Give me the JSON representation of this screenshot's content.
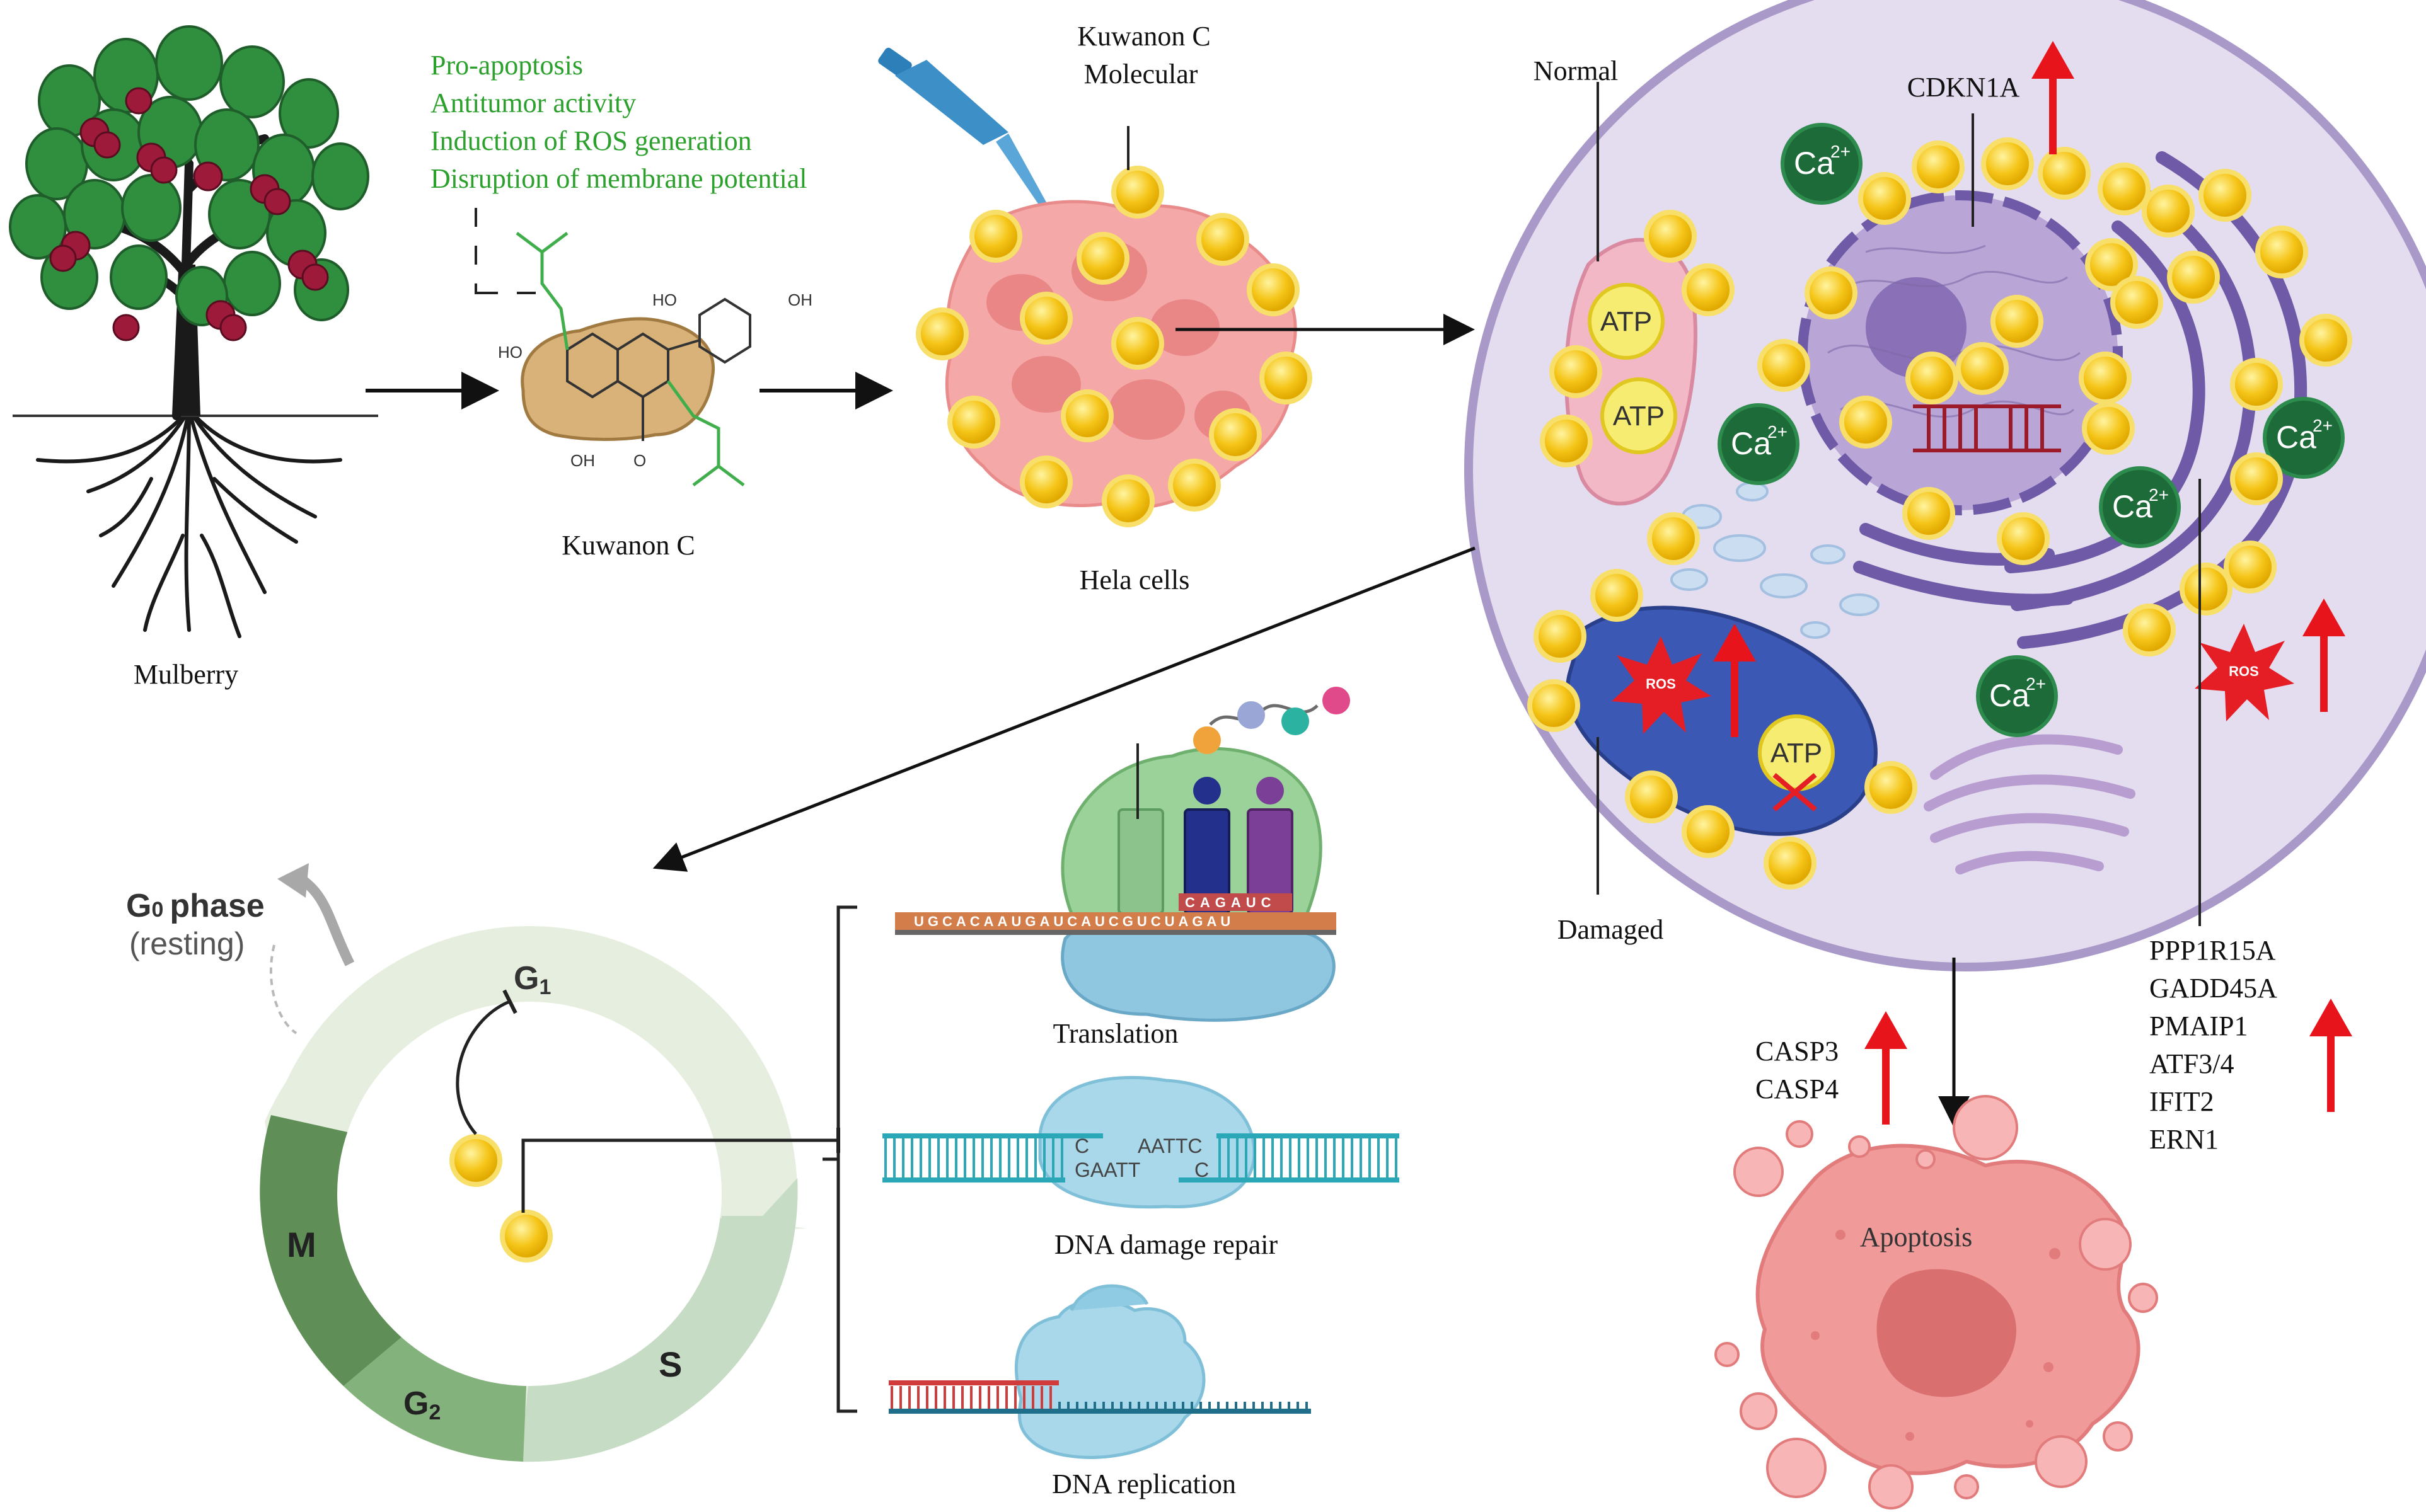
{
  "labels": {
    "mulberry": "Mulberry",
    "kuwanon_c": "Kuwanon C",
    "kuwanon_molecular_line1": "Kuwanon C",
    "kuwanon_molecular_line2": "Molecular",
    "hela_cells": "Hela cells",
    "normal": "Normal",
    "damaged": "Damaged",
    "cdkn1a": "CDKN1A",
    "ros": "ROS",
    "atp": "ATP",
    "ca": "Ca",
    "ca_sup": "2+",
    "apoptosis": "Apoptosis",
    "g0_main": "G",
    "g0_sub": "0",
    "g0_rest": "phase",
    "resting": "(resting)",
    "g1_main": "G",
    "g1_sub": "1",
    "g2_main": "G",
    "g2_sub": "2",
    "m_phase": "M",
    "s_phase": "S",
    "translation": "Translation",
    "dna_damage_repair": "DNA damage repair",
    "dna_replication": "DNA replication",
    "dna_c1": "C",
    "dna_aattc": "AATTC",
    "dna_gaatt": "GAATT",
    "dna_c2": "C",
    "mrna_seq": "UGCACAAUGAUCAUCGUCUAGAU",
    "codon_seq": "CAGAUC"
  },
  "effects": [
    "Pro-apoptosis",
    "Antitumor activity",
    "Induction of ROS generation",
    "Disruption of membrane potential"
  ],
  "caspases": [
    "CASP3",
    "CASP4"
  ],
  "upregulated_genes": [
    "PPP1R15A",
    "GADD45A",
    "PMAIP1",
    "ATF3/4",
    "IFIT2",
    "ERN1"
  ],
  "molecule_labels": {
    "ho1": "HO",
    "ho2": "HO",
    "oh1": "OH",
    "oh2": "OH",
    "o": "O"
  },
  "colors": {
    "effect_text": "#2ca02c",
    "arrow_up": "#e8141c",
    "cell_fill": "#e4dcef",
    "cell_stroke": "#a999c9",
    "nucleus": "#b9a6d6",
    "er": "#6e5aa6",
    "mito_normal": "#f2b8c6",
    "mito_damaged": "#3b58b5",
    "ros": "#e51d25",
    "ca_fill": "#1e6b3a",
    "atp_fill": "#f6ec72",
    "particle": "#f1c40f",
    "hela": "#f4a8a8",
    "apoptosis": "#f19a9a",
    "phase_g1": "#e6efdf",
    "phase_s": "#c7dcc4",
    "phase_g2": "#84b27c",
    "phase_m": "#5f8f57",
    "dna_teal": "#2aa8b8",
    "enzyme_blue": "#a9d8ea"
  }
}
